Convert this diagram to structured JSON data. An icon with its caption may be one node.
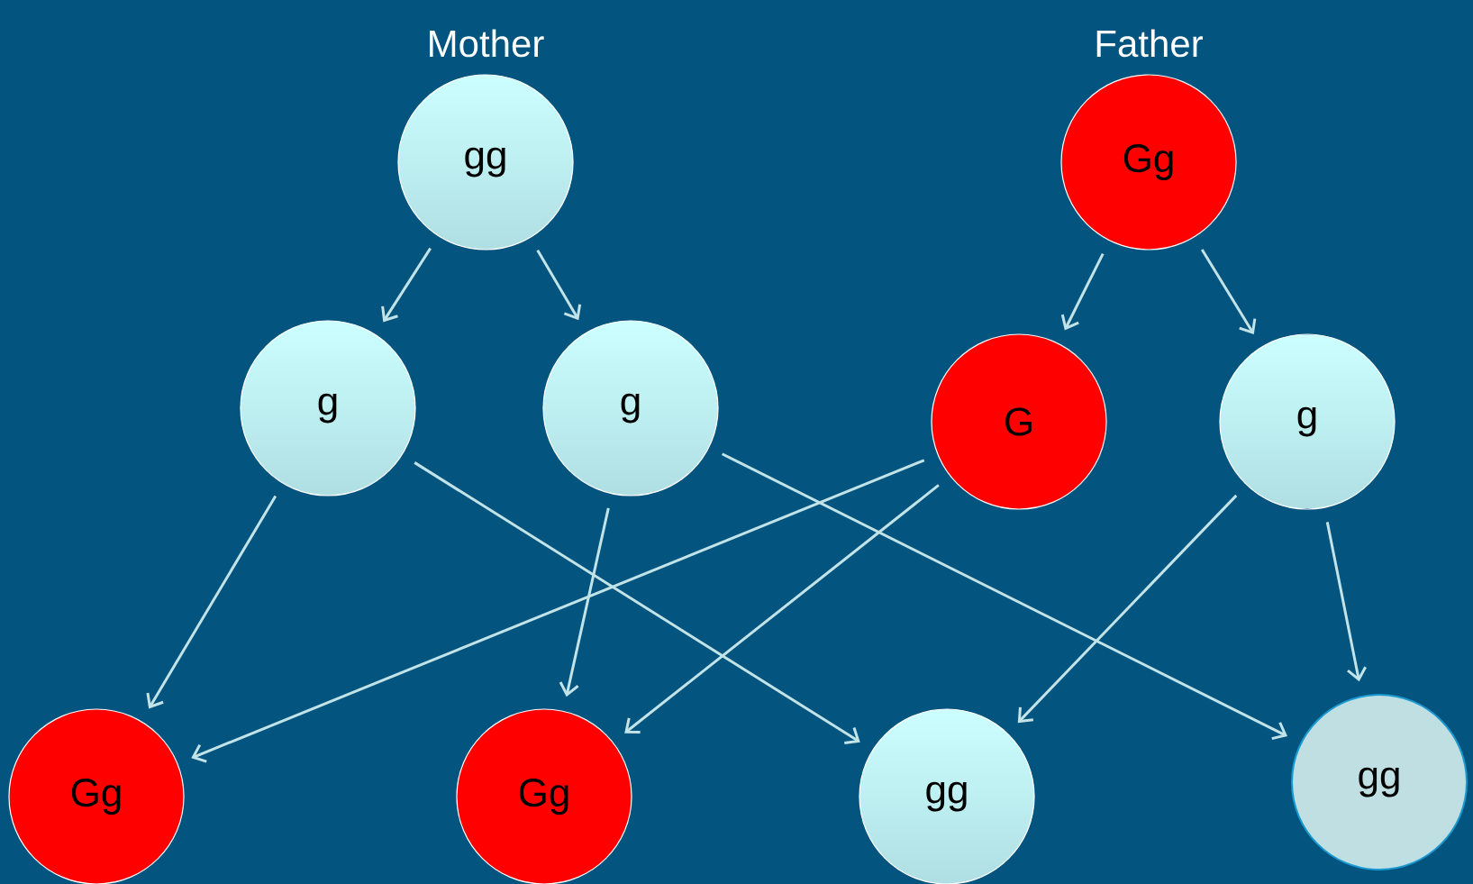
{
  "diagram": {
    "nodes": [
      {
        "text": [
          "Mother",
          "gg"
        ]
      },
      {
        "text": [
          "Father",
          "Gg"
        ]
      },
      {
        "text": [
          "g"
        ]
      },
      {
        "text": [
          "g"
        ]
      },
      {
        "text": [
          "G"
        ]
      },
      {
        "text": [
          "g"
        ]
      },
      {
        "text": [
          "Gg"
        ]
      },
      {
        "text": [
          "Gg"
        ]
      },
      {
        "text": [
          "gg"
        ]
      },
      {
        "text": [
          "gg"
        ]
      }
    ],
    "edges": [
      {
        "from": 0,
        "to": 2,
        "arrow": "to"
      },
      {
        "from": 0,
        "to": 3,
        "arrow": "to"
      },
      {
        "from": 1,
        "to": 4,
        "arrow": "to"
      },
      {
        "from": 1,
        "to": 5,
        "arrow": "to"
      },
      {
        "from": 2,
        "to": 6,
        "arrow": "to"
      },
      {
        "from": 2,
        "to": 8,
        "arrow": "to"
      },
      {
        "from": 3,
        "to": 7,
        "arrow": "to"
      },
      {
        "from": 3,
        "to": 9,
        "arrow": "to"
      },
      {
        "from": 4,
        "to": 6,
        "arrow": "to"
      },
      {
        "from": 4,
        "to": 7,
        "arrow": "to"
      },
      {
        "from": 5,
        "to": 8,
        "arrow": "to"
      },
      {
        "from": 5,
        "to": 9,
        "arrow": "to"
      }
    ]
  }
}
